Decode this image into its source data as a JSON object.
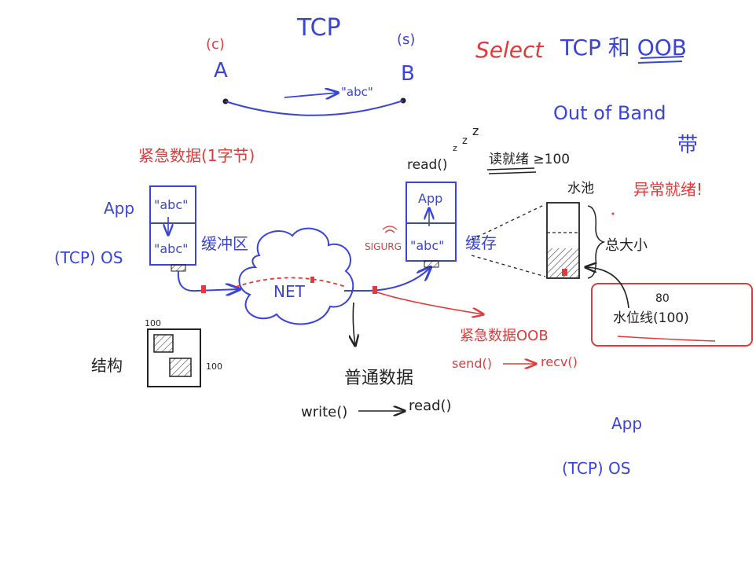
{
  "colors": {
    "blue_ink": "#3a44d8",
    "red_ink": "#e23a3a",
    "black_ink": "#222222"
  },
  "top": {
    "title": "TCP",
    "client_tag": "(c)",
    "client": "A",
    "server_tag": "(s)",
    "server": "B",
    "message": "\"abc\""
  },
  "heading": {
    "select": "Select",
    "tcp_oob": "TCP 和 OOB"
  },
  "oob_note": {
    "out_of_band": "Out of Band",
    "band": "带"
  },
  "left": {
    "urgent": "紧急数据(1字节)",
    "app_label": "App",
    "os_label": "(TCP) OS",
    "box_top": "\"abc\"",
    "box_bottom": "\"abc\"",
    "buffer": "缓冲区"
  },
  "net": "NET",
  "middle": {
    "read": "read()",
    "zzz": "z z z",
    "read_ready": "读就绪 ≥100",
    "app": "App",
    "sigurg": "SIGURG",
    "box_bottom": "\"abc\"",
    "cache": "缓存"
  },
  "pool": {
    "water_pool": "水池",
    "exception_ready": "异常就绪!",
    "total_size": "总大小",
    "mark": "80",
    "water_line": "水位线(100)"
  },
  "urgent_oob": {
    "label": "紧急数据OOB",
    "send": "send()",
    "recv": "recv()"
  },
  "normal": {
    "label": "普通数据",
    "write": "write()",
    "read": "read()"
  },
  "structure": {
    "label": "结构",
    "top_num": "100",
    "right_num": "100"
  },
  "bottom_right": {
    "app": "App",
    "os": "(TCP) OS"
  }
}
